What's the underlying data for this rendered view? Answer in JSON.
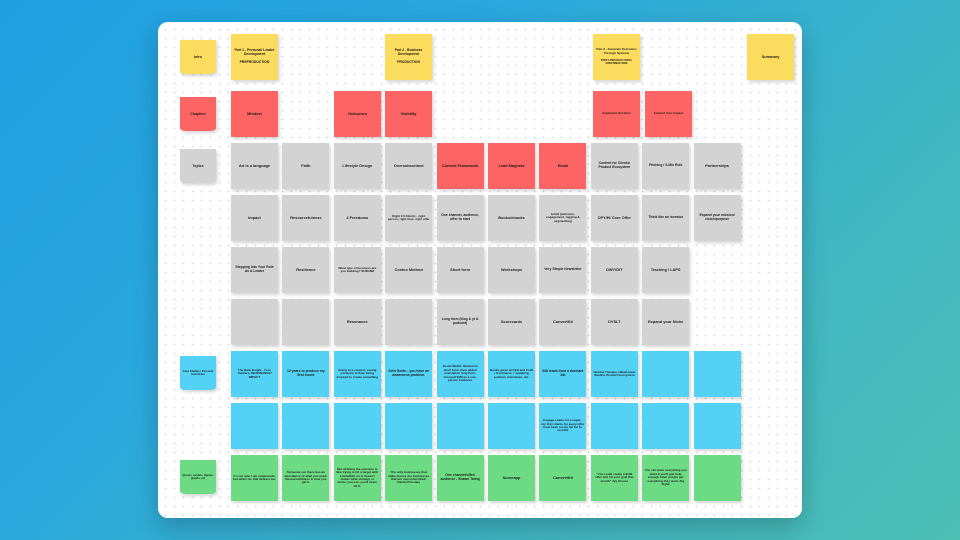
{
  "board": {
    "title": "Content strategy sticky-note board",
    "colors": {
      "yellow": "#fbdc5e",
      "red": "#fc6563",
      "gray": "#d3d3d3",
      "blue": "#53d2f5",
      "green": "#6ddb84",
      "canvas": "#ffffff",
      "backdrop": "#2aa8dd"
    },
    "row_labels": [
      {
        "name": "intro",
        "text": "Intro",
        "color": "yellow"
      },
      {
        "name": "chapters",
        "text": "Chapters",
        "color": "red"
      },
      {
        "name": "topics",
        "text": "Topics",
        "color": "gray"
      },
      {
        "name": "case-studies",
        "text": "Case Studies / Personal Anecdotes",
        "color": "blue"
      },
      {
        "name": "quotes",
        "text": "Quotes, models, figures, graphs, etc",
        "color": "green"
      }
    ],
    "summary_label": "Summary",
    "parts": [
      {
        "title": "Part 1 - Personal/ Leader Development",
        "stage": "PREPRODUCTION"
      },
      {
        "title": "Part 2 - Business Development",
        "stage": "PRODUCTION"
      },
      {
        "title": "Part 3 - Generate Outcomes Through Systems",
        "stage": "POST-PRODUCTION / DISTRIBUTION"
      }
    ],
    "chapters": [
      "Mindset",
      "Outcomes",
      "Visibility",
      "Implement Systems",
      "Expand Your Impact"
    ],
    "topics_row_1": [
      "Art is a language",
      "Faith",
      "Lifestyle Design",
      "Oversubscribed",
      "Content Framework",
      "Lead Magnets",
      "Email",
      "Content for Clients/ Product Ecosystem",
      "Pitching / 3-Min Rule",
      "Partnerships"
    ],
    "topics_row_2": [
      "Impact",
      "Resourcefulness",
      "4 Freedoms",
      "Right Fit Clients - right person, right time, right offer",
      "One channel, audience, offer to start",
      "Books/ebooks",
      "Email (welcome, engagement, tagging & segmenting)",
      "OFY/HI Core Offer",
      "Think like an investor",
      "Expand your mission/ vision/purpose"
    ],
    "topics_row_3": [
      "Stepping Into Your Role As A Leader",
      "Resilience",
      "What type of business are you building? $1/$5/$M",
      "Costco Method",
      "Short form",
      "Workshops",
      "Very Simple Newsletter",
      "DWY/DIT",
      "Tracking / LAPS",
      ""
    ],
    "topics_row_4": [
      "",
      "",
      "Resonance",
      "",
      "Long form (blog & yt & podcast)",
      "Scorecards",
      "ConvertKit",
      "DYSLT",
      "Expand your Niche",
      ""
    ],
    "case_studies_row_1": [
      "The Dark Knight - 7x in theaters, RESONANCE/ IMPACT",
      "12 years to produce my first movie",
      "Going to a concert, seeing someone in flow, being inspired to create something",
      "Seth Godin - you have an awareness problem.",
      "Justin Welsh. Started w/ short form, then added newsletter/ long form. Crossed $4M as a one-person business",
      "Books given at CEX and Craft + Commerce = speaking, podcast, interviews, etc.",
      "540 leads from a dormant list",
      "Cinema Therapy / BlueForest Studios Product Ecosystem",
      "",
      ""
    ],
    "case_studies_row_2": [
      "",
      "",
      "",
      "",
      "",
      "",
      "Engage Leads For Longer - my first clients for every offer have been on my list for 6+ months",
      "",
      "",
      ""
    ],
    "quotes_row": [
      "It's not who I am underneath, but what I do that defines me.",
      "Someone out there has an abundance of what you need. Resourcefulness is how you get it.",
      "Not defining the outcome is like trying to hit a target with a blindfold on. It doesn't matter what strategy or ammo you use, you'll never hit it.",
      "The only businesses that make money are businesses that are oversubscribed. Daniel Priestley",
      "One channel/offer/ audience - Shawn Twing",
      "Scoreapp",
      "ConvertKit",
      "\"You could create a $10k offer and hit your goal this month\" Jay Clouse",
      "You can have everything you want if you'll just help enough other people get everything they want. Zig Ziglar",
      ""
    ]
  }
}
